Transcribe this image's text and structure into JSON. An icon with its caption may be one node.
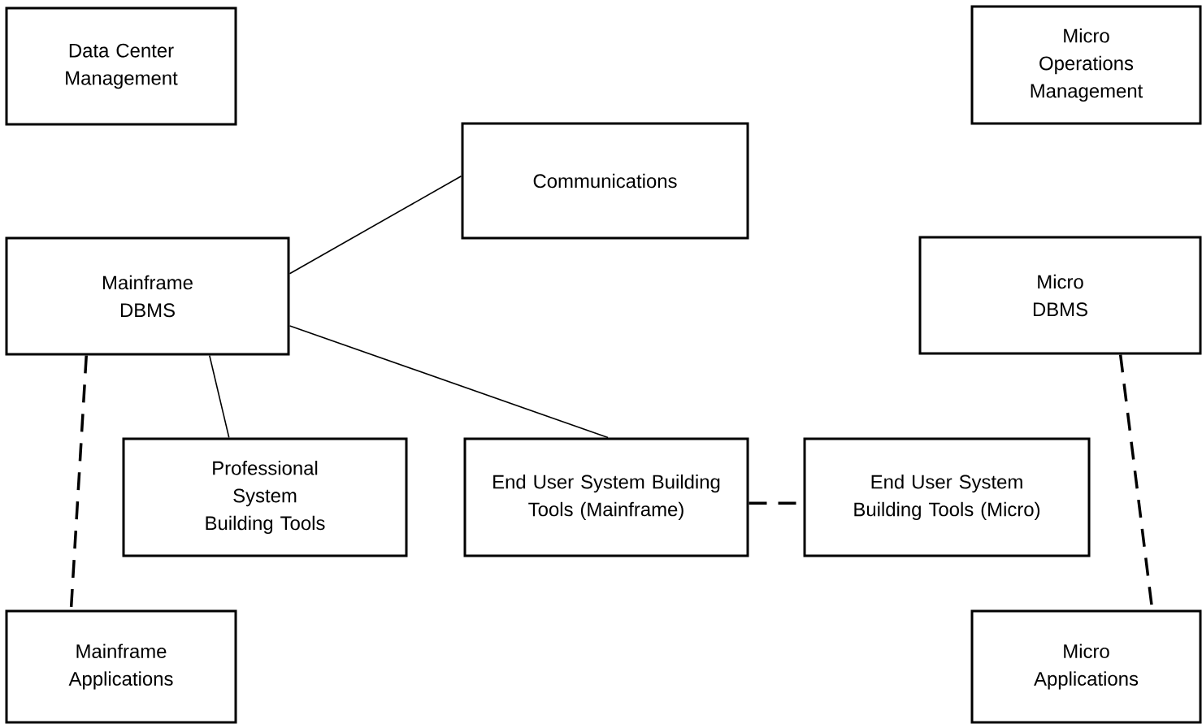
{
  "diagram": {
    "nodes": [
      {
        "text": [
          "Data Center Management"
        ]
      },
      {
        "text": [
          "Micro Operations Management"
        ]
      },
      {
        "text": [
          "Communications"
        ]
      },
      {
        "text": [
          "Mainframe DBMS"
        ]
      },
      {
        "text": [
          "Micro DBMS"
        ]
      },
      {
        "text": [
          "Professional System Building Tools"
        ]
      },
      {
        "text": [
          "End User System Building Tools (Mainframe)"
        ]
      },
      {
        "text": [
          "End User System Building Tools (Micro)"
        ]
      },
      {
        "text": [
          "Mainframe Applications"
        ]
      },
      {
        "text": [
          "Micro Applications"
        ]
      }
    ],
    "edges": [
      {
        "from": 3,
        "to": 2,
        "arrow": "none"
      },
      {
        "from": 3,
        "to": 6,
        "arrow": "none"
      },
      {
        "from": 3,
        "to": 5,
        "arrow": "none"
      },
      {
        "from": 3,
        "to": 8,
        "arrow": "none",
        "style": "dashed"
      },
      {
        "from": 6,
        "to": 7,
        "arrow": "none",
        "style": "dashed"
      },
      {
        "from": 4,
        "to": 9,
        "arrow": "none",
        "style": "dashed"
      }
    ]
  }
}
